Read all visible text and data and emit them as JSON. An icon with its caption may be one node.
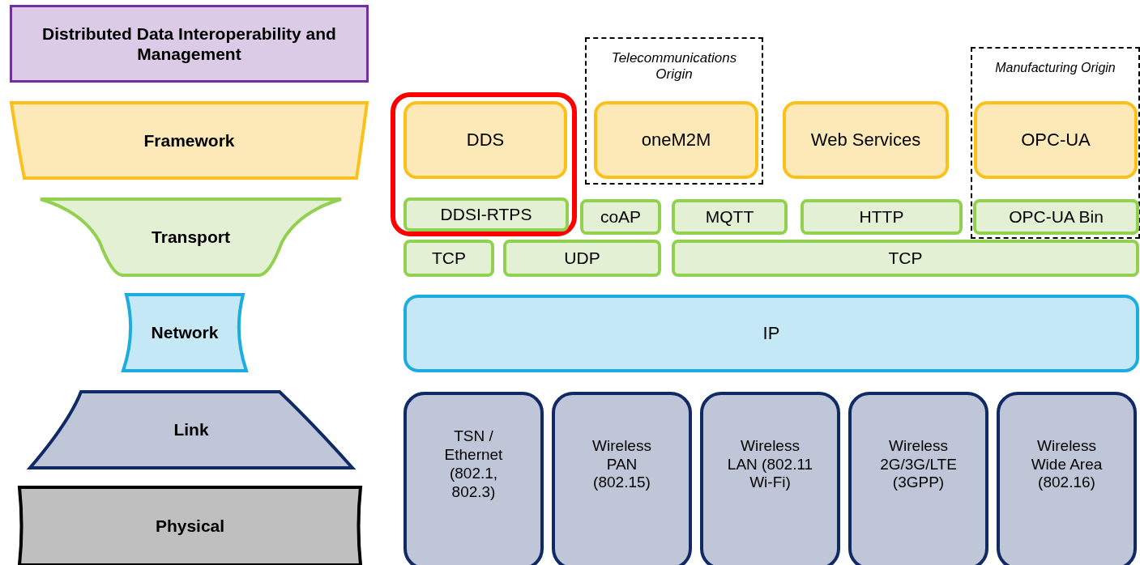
{
  "diagram": {
    "nodes": [
      {
        "text": [
          "Distributed Data Interoperability and Management"
        ]
      },
      {
        "text": [
          "Framework"
        ]
      },
      {
        "text": [
          "Transport"
        ]
      },
      {
        "text": [
          "Network"
        ]
      },
      {
        "text": [
          "Link"
        ]
      },
      {
        "text": [
          "Physical"
        ]
      },
      {
        "text": [],
        "shape": "box"
      },
      {
        "text": [
          "Telecommunications Origin"
        ]
      },
      {
        "text": [
          "Manufacturing Origin"
        ]
      },
      {
        "text": [
          "DDS"
        ],
        "in": 6
      },
      {
        "text": [
          "oneM2M"
        ],
        "in": 7
      },
      {
        "text": [
          "Web Services"
        ]
      },
      {
        "text": [
          "OPC-UA"
        ],
        "in": 8
      },
      {
        "text": [
          "DDSI-RTPS"
        ],
        "in": 6
      },
      {
        "text": [
          "coAP"
        ]
      },
      {
        "text": [
          "MQTT"
        ]
      },
      {
        "text": [
          "HTTP"
        ]
      },
      {
        "text": [
          "OPC-UA Bin"
        ],
        "in": 8
      },
      {
        "text": [
          "TCP"
        ]
      },
      {
        "text": [
          "UDP"
        ]
      },
      {
        "text": [
          "TCP"
        ]
      },
      {
        "text": [
          "IP"
        ]
      },
      {
        "text": [
          "TSN / Ethernet (802.1, 802.3)"
        ]
      },
      {
        "text": [
          "Wireless PAN (802.15)"
        ]
      },
      {
        "text": [
          "Wireless LAN (802.11 Wi-Fi)"
        ]
      },
      {
        "text": [
          "Wireless 2G/3G/LTE (3GPP)"
        ]
      },
      {
        "text": [
          "Wireless Wide Area (802.16)"
        ]
      }
    ]
  }
}
